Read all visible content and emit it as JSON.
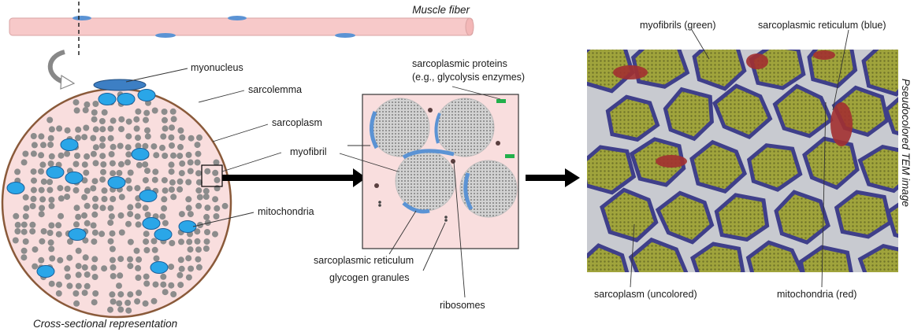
{
  "panels": {
    "fiber_title": "Muscle fiber",
    "cross_section_caption": "Cross-sectional representation",
    "tem_caption": "Pseudocolored TEM image"
  },
  "labels": {
    "myonucleus": "myonucleus",
    "sarcolemma": "sarcolemma",
    "sarcoplasm": "sarcoplasm",
    "myofibril": "myofibril",
    "mitochondria": "mitochondria",
    "sarcoplasmic_proteins_line1": "sarcoplasmic proteins",
    "sarcoplasmic_proteins_line2": "(e.g., glycolysis enzymes)",
    "sarcoplasmic_reticulum": "sarcoplasmic reticulum",
    "glycogen_granules": "glycogen granules",
    "ribosomes": "ribosomes",
    "tem_myofibrils": "myofibrils (green)",
    "tem_sr": "sarcoplasmic reticulum (blue)",
    "tem_sarcoplasm": "sarcoplasm (uncolored)",
    "tem_mitochondria": "mitochondria (red)"
  },
  "colors": {
    "fiber_fill": "#f7c9c9",
    "cytoplasm": "#f9dede",
    "sarcolemma": "#8a5a3a",
    "mitochondria": "#2aa6e8",
    "myonucleus": "#3d7fc4",
    "myofibril_dots": "#8c8c8c",
    "sr_blue": "#5b93d4",
    "protein_green": "#22b04b",
    "tem_green": "#9aa038",
    "tem_blue": "#3f3f8a",
    "tem_red": "#a23030"
  }
}
